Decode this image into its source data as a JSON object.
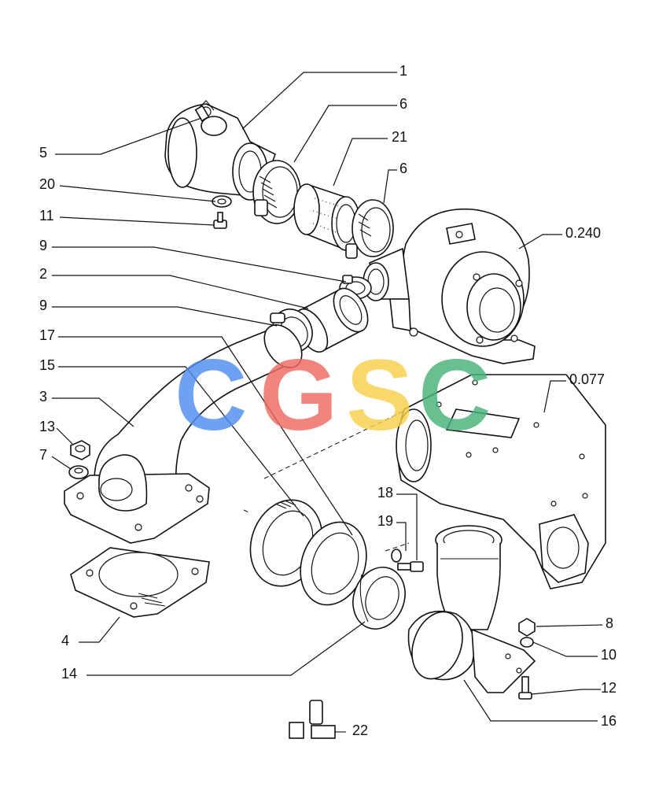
{
  "diagram": {
    "callouts": [
      {
        "id": "c1",
        "label": "1"
      },
      {
        "id": "c6a",
        "label": "6"
      },
      {
        "id": "c21",
        "label": "21"
      },
      {
        "id": "c6b",
        "label": "6"
      },
      {
        "id": "c0240",
        "label": "0.240"
      },
      {
        "id": "c5",
        "label": "5"
      },
      {
        "id": "c20",
        "label": "20"
      },
      {
        "id": "c11",
        "label": "11"
      },
      {
        "id": "c9a",
        "label": "9"
      },
      {
        "id": "c2",
        "label": "2"
      },
      {
        "id": "c9b",
        "label": "9"
      },
      {
        "id": "c17",
        "label": "17"
      },
      {
        "id": "c15",
        "label": "15"
      },
      {
        "id": "c3",
        "label": "3"
      },
      {
        "id": "c0077",
        "label": "0.077"
      },
      {
        "id": "c13",
        "label": "13"
      },
      {
        "id": "c7",
        "label": "7"
      },
      {
        "id": "c18",
        "label": "18"
      },
      {
        "id": "c19",
        "label": "19"
      },
      {
        "id": "c8",
        "label": "8"
      },
      {
        "id": "c10",
        "label": "10"
      },
      {
        "id": "c4",
        "label": "4"
      },
      {
        "id": "c12",
        "label": "12"
      },
      {
        "id": "c14",
        "label": "14"
      },
      {
        "id": "c16",
        "label": "16"
      },
      {
        "id": "c22",
        "label": "22"
      }
    ]
  },
  "watermark": {
    "letters": [
      "C",
      "G",
      "S",
      "C"
    ],
    "colors": [
      "#4f8df0",
      "#ef6b62",
      "#f8cf4a",
      "#47b37a"
    ]
  }
}
